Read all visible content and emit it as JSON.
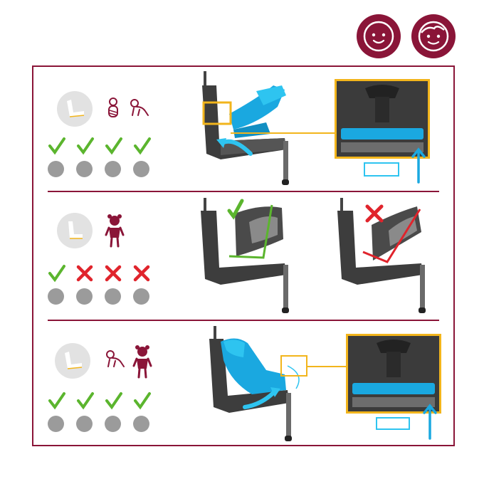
{
  "colors": {
    "brand": "#8a1538",
    "ok": "#5bb52e",
    "no": "#e0242c",
    "seat_fabric": "#1aa8e0",
    "seat_shell": "#3d3d3d",
    "highlight": "#f2b51c",
    "indicator_off": "#9b9b9b"
  },
  "header": {
    "badges": [
      {
        "icon": "newborn-face-icon"
      },
      {
        "icon": "child-face-icon"
      }
    ]
  },
  "rows": [
    {
      "seat_mode_icon": "reclined-seat-icon",
      "occupant_icons": [
        "swaddled-baby-icon",
        "crawling-baby-icon"
      ],
      "checks": [
        "ok",
        "ok",
        "ok",
        "ok"
      ],
      "illustration": "seat-reclined-with-blue-insert",
      "detail": "recline-indicator-blue"
    },
    {
      "seat_mode_icon": "upright-seat-icon",
      "occupant_icons": [
        "toddler-icon"
      ],
      "checks": [
        "ok",
        "no",
        "no",
        "no"
      ],
      "illustration_ok": "seat-upright-correct-angle",
      "illustration_no": "seat-reclined-wrong-angle"
    },
    {
      "seat_mode_icon": "reclined-seat-icon",
      "occupant_icons": [
        "crawling-baby-icon",
        "toddler-icon"
      ],
      "checks": [
        "ok",
        "ok",
        "ok",
        "ok"
      ],
      "illustration": "seat-rotated-with-blue-insert",
      "detail": "recline-indicator-blue"
    }
  ]
}
